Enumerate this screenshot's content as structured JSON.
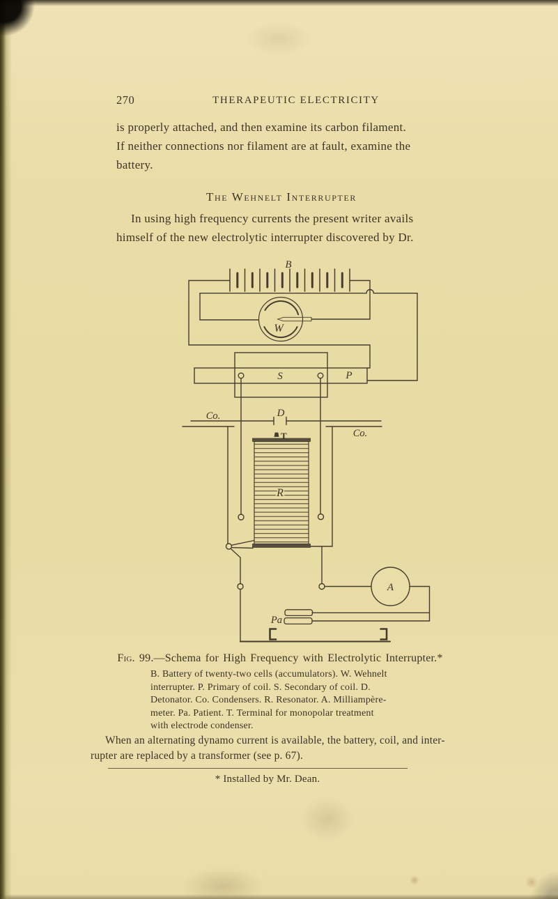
{
  "page": {
    "number": "270",
    "running_header": "THERAPEUTIC ELECTRICITY",
    "para1": [
      "is properly attached, and then examine its carbon filament.",
      "If neither connections nor filament are at fault, examine the",
      "battery."
    ],
    "section_heading": "The Wehnelt Interrupter",
    "para2": [
      "In using high frequency currents the present writer avails",
      "himself of the new electrolytic interrupter discovered by Dr."
    ]
  },
  "figure": {
    "labels": {
      "battery": "B",
      "wehnelt": "W",
      "secondary": "S",
      "primary": "P",
      "detonator": "D",
      "condenser_left": "Co.",
      "condenser_right": "Co.",
      "resonator": "R",
      "terminal": "T",
      "meter": "A",
      "patient": "Pa"
    },
    "caption_fig": "Fig. 99.",
    "caption_rest": "—Schema for High Frequency with Electrolytic Interrupter.*",
    "key_lines": [
      "B. Battery of twenty-two cells (accumulators).  W. Wehnelt",
      "interrupter.  P. Primary of coil.  S. Secondary of coil.  D.",
      "Detonator.  Co. Condensers.  R. Resonator.  A. Milliampère-",
      "meter.  Pa. Patient.  T. Terminal for monopolar treatment",
      "with electrode condenser."
    ],
    "note_lines": [
      "When an alternating dynamo current is available, the battery, coil, and inter-",
      "rupter are replaced by a transformer (see p. 67)."
    ],
    "footnote": "* Installed by Mr. Dean."
  }
}
